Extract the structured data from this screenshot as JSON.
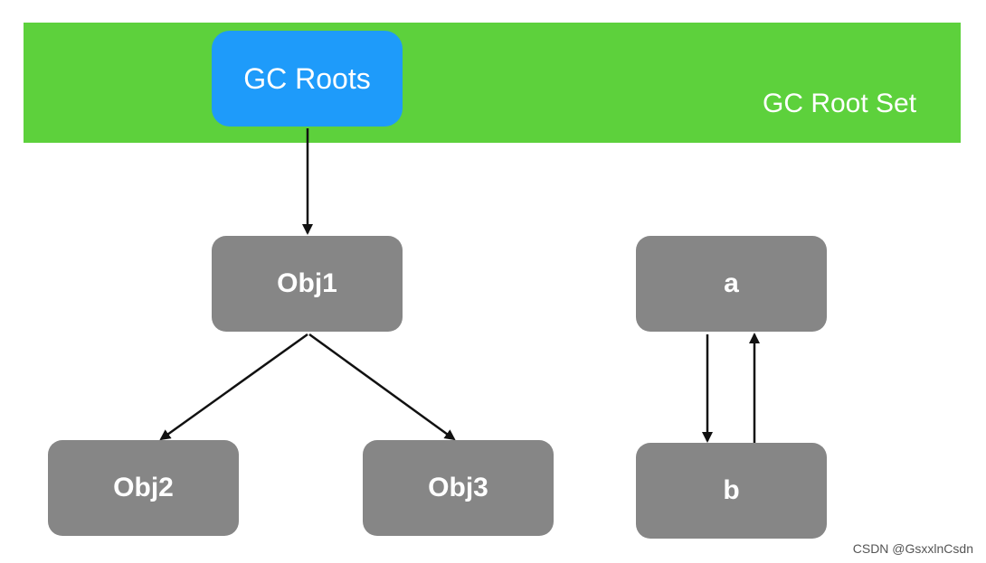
{
  "root_set": {
    "label": "GC Root Set",
    "color": "#5dd13c"
  },
  "nodes": {
    "gc_roots": {
      "label": "GC Roots",
      "color": "#1e9bfa"
    },
    "obj1": {
      "label": "Obj1",
      "color": "#868686"
    },
    "obj2": {
      "label": "Obj2",
      "color": "#868686"
    },
    "obj3": {
      "label": "Obj3",
      "color": "#868686"
    },
    "a": {
      "label": "a",
      "color": "#868686"
    },
    "b": {
      "label": "b",
      "color": "#868686"
    }
  },
  "edges": [
    {
      "from": "gc_roots",
      "to": "obj1"
    },
    {
      "from": "obj1",
      "to": "obj2"
    },
    {
      "from": "obj1",
      "to": "obj3"
    },
    {
      "from": "a",
      "to": "b"
    },
    {
      "from": "b",
      "to": "a"
    }
  ],
  "watermark": "CSDN @GsxxlnCsdn"
}
